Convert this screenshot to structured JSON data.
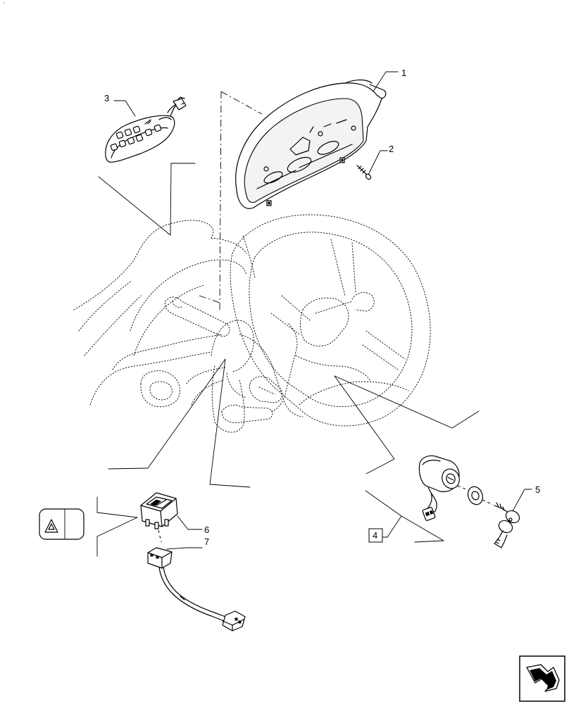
{
  "callouts": {
    "c1": "1",
    "c2": "2",
    "c3": "3",
    "c4": "4",
    "c5": "5",
    "c6": "6",
    "c7": "7"
  },
  "parts": [
    "instrument-cluster",
    "mounting-screw",
    "switch-panel-module",
    "ignition-switch-assembly",
    "ignition-key-set",
    "hazard-rocker-switch",
    "switch-connector-harness"
  ],
  "icons": {
    "hazard_symbol": "warning-triangle-icon",
    "navigation": "next-page-arrow-icon"
  }
}
